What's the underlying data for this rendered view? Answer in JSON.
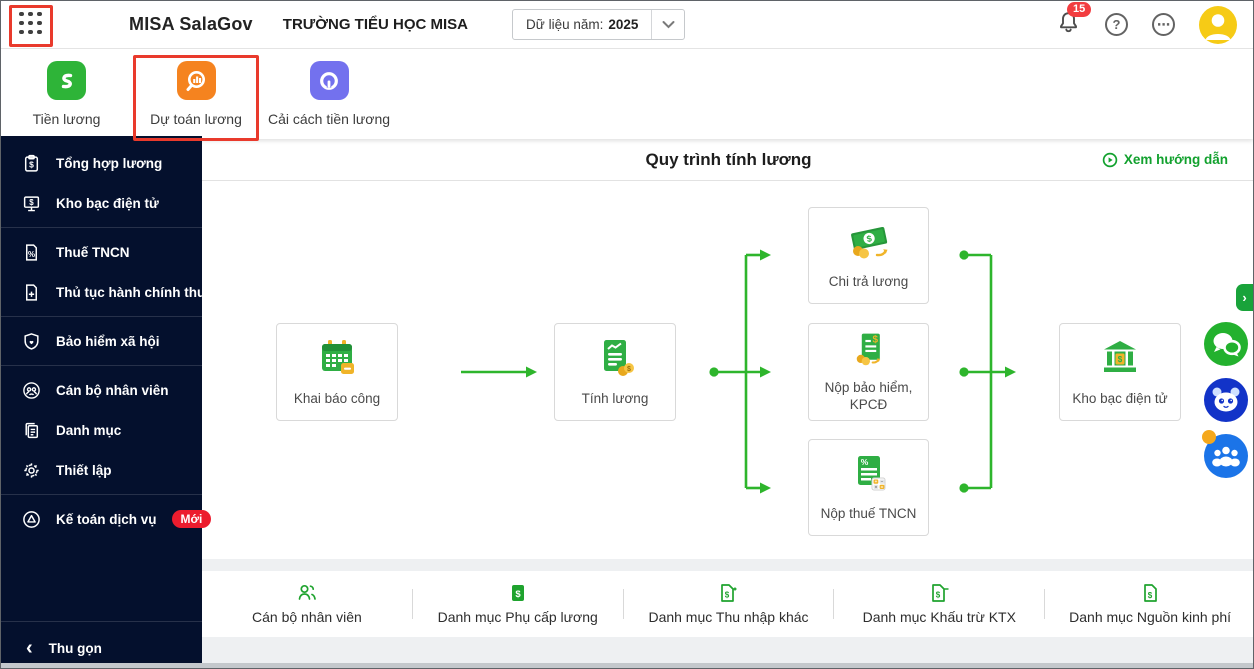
{
  "header": {
    "brand": "MISA SalaGov",
    "org": "TRƯỜNG TIỂU HỌC MISA",
    "year_label": "Dữ liệu năm:",
    "year_value": "2025",
    "notification_count": "15",
    "help_glyph": "?",
    "more_glyph": "⋯"
  },
  "modules": {
    "items": [
      {
        "label": "Tiền lương"
      },
      {
        "label": "Dự toán lương",
        "annotated": true
      },
      {
        "label": "Cải cách tiền lương"
      }
    ]
  },
  "sidebar": {
    "items": [
      {
        "label": "Tổng hợp lương"
      },
      {
        "label": "Kho bạc điện tử"
      },
      {
        "label": "Thuế TNCN"
      },
      {
        "label": "Thủ tục hành chính thuế"
      },
      {
        "label": "Bảo hiểm xã hội"
      },
      {
        "label": "Cán bộ nhân viên"
      },
      {
        "label": "Danh mục"
      },
      {
        "label": "Thiết lập"
      },
      {
        "label": "Kế toán dịch vụ",
        "badge": "Mới"
      }
    ],
    "collapse_label": "Thu gọn",
    "collapse_glyph": "‹"
  },
  "main": {
    "title": "Quy trình tính lương",
    "guide_link": "Xem hướng dẫn",
    "flow": {
      "khai_bao_cong": "Khai báo công",
      "tinh_luong": "Tính lương",
      "chi_tra_luong": "Chi trả lương",
      "nop_bao_hiem": "Nộp bảo hiểm, KPCĐ",
      "nop_thue": "Nộp thuế TNCN",
      "kho_bac": "Kho bạc điện tử"
    },
    "bottom_links": [
      "Cán bộ nhân viên",
      "Danh mục Phụ cấp lương",
      "Danh mục Thu nhập khác",
      "Danh mục Khấu trừ KTX",
      "Danh mục Nguồn kinh phí"
    ]
  },
  "floating": {
    "expand_glyph": "›"
  },
  "colors": {
    "accent_green": "#1fa32e",
    "arrow_green": "#2eb52c",
    "sidebar_navy": "#04102d",
    "annotation_red": "#e93a2c",
    "module_tien_luong": "#2eb438",
    "module_du_toan": "#f5831f",
    "module_cai_cach": "#7371ee",
    "badge_red": "#f23d40",
    "new_badge_red": "#ec1c2e",
    "avatar_yellow": "#f6cb16",
    "chat_green": "#23b12e",
    "panda_blue": "#1233c8",
    "community_blue": "#1b74e8"
  }
}
